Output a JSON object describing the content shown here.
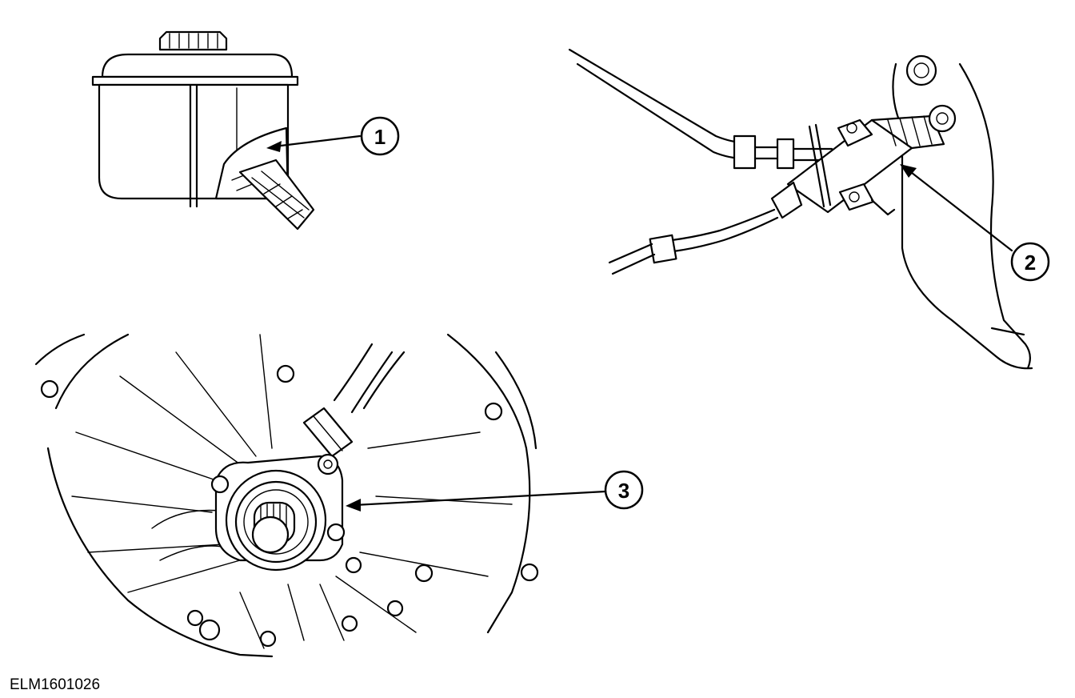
{
  "figure_code": "ELM1601026",
  "callouts": [
    {
      "label": "1"
    },
    {
      "label": "2"
    },
    {
      "label": "3"
    }
  ],
  "colors": {
    "ink": "#000000",
    "paper": "#ffffff"
  }
}
